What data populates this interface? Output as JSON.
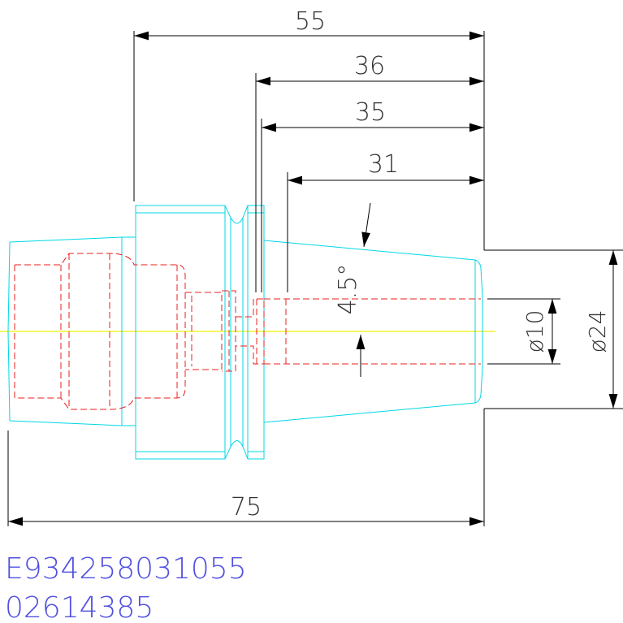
{
  "colors": {
    "outline": "#00d7e6",
    "hidden": "#e8201c",
    "dimension": "#000000",
    "centerline": "#f0f000",
    "code": "#5050e0"
  },
  "dimensions": {
    "overall_length": "75",
    "length_55": "55",
    "length_36": "36",
    "length_35": "35",
    "length_31": "31",
    "angle": "4.5°",
    "bore_diameter": "ø10",
    "shank_diameter": "ø24"
  },
  "codes": {
    "line1": "E934258031055",
    "line2": "02614385"
  }
}
